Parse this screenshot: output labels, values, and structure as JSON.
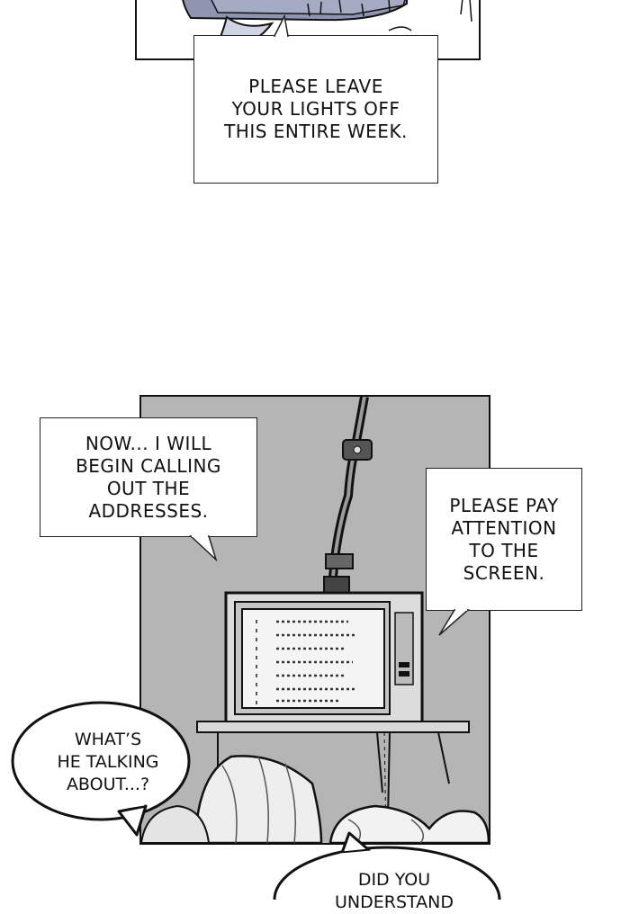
{
  "captions": {
    "lights_off": "PLEASE LEAVE\nYOUR LIGHTS OFF\nTHIS ENTIRE WEEK.",
    "calling_addresses": "NOW... I WILL\nBEGIN CALLING\nOUT THE\nADDRESSES.",
    "pay_attention": "PLEASE PAY\nATTENTION\nTO THE\nSCREEN."
  },
  "speech": {
    "whats_he_talking": "WHAT’S\nHE TALKING\nABOUT...?",
    "did_you_understand": "DID YOU\nUNDERSTAND"
  },
  "colors": {
    "panel_gray": "#b5b5b5",
    "ink": "#111111",
    "paper": "#ffffff"
  }
}
